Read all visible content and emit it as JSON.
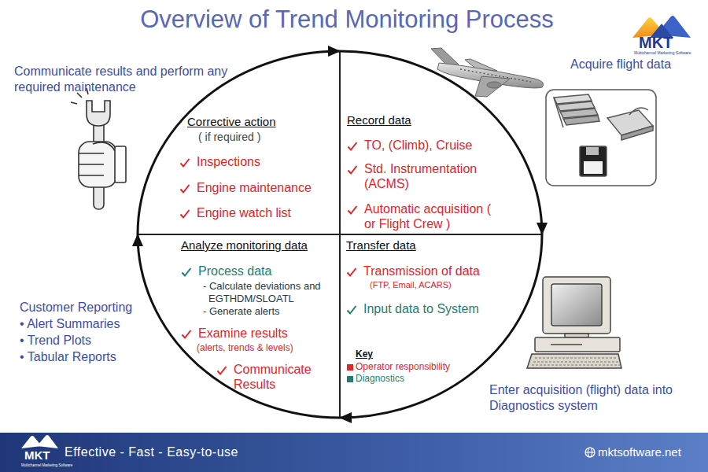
{
  "diagram": {
    "title": "Overview of Trend Monitoring Process",
    "nodes": [
      {
        "text": [
          "Corrective action",
          "( if required )",
          "Inspections",
          "Engine maintenance",
          "Engine watch list"
        ]
      },
      {
        "text": [
          "Record data",
          "TO, (Climb), Cruise",
          "Std. Instrumentation (ACMS)",
          "Automatic acquisition ( or Flight Crew )"
        ]
      },
      {
        "text": [
          "Analyze monitoring data",
          "Process data",
          "- Calculate deviations and EGTHDM/SLOATL",
          "- Generate alerts",
          "Examine results",
          "(alerts, trends & levels)",
          "Communicate Results"
        ]
      },
      {
        "text": [
          "Transfer data",
          "Transmission of data",
          "(FTP, Email, ACARS)",
          "Input data to System"
        ]
      }
    ],
    "edges": [
      {
        "from": 0,
        "to": 1,
        "arrow": "to"
      },
      {
        "from": 1,
        "to": 3,
        "arrow": "to"
      },
      {
        "from": 3,
        "to": 2,
        "arrow": "to"
      },
      {
        "from": 2,
        "to": 0,
        "arrow": "to"
      }
    ],
    "labels": [
      "Communicate results and perform any required maintenance",
      "Acquire flight data",
      "Customer Reporting",
      "• Alert Summaries",
      "• Trend Plots",
      "• Tabular Reports",
      "Enter acquisition (flight) data into Diagnostics system",
      "Key",
      "MKT",
      "Multichannel Marketing Software",
      "MKT",
      "Multichannel Marketing Software",
      "Effective - Fast - Easy-to-use",
      "mktsoftware.net"
    ],
    "legend": [
      {
        "text": "Operator responsibility",
        "color": "#e0252b"
      },
      {
        "text": "Diagnostics",
        "color": "#1f7d6e"
      }
    ]
  }
}
